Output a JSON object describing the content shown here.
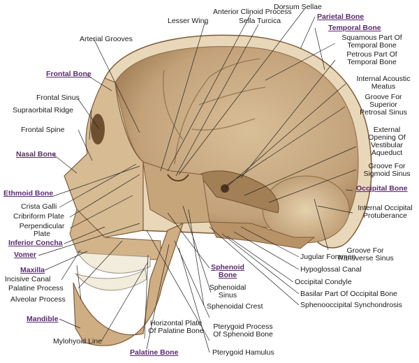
{
  "labels": {
    "dorsum_sellae": "Dorsum Sellae",
    "anterior_clinoid": "Anterior Clinoid Process",
    "parietal_bone": "Parietal Bone",
    "lesser_wing": "Lesser Wing",
    "sella_turcica": "Sella Turcica",
    "temporal_bone": "Temporal Bone",
    "squamous_1": "Squamous Part Of",
    "squamous_2": "Temporal Bone",
    "petrous_1": "Petrous Part Of",
    "petrous_2": "Temporal Bone",
    "arterial_grooves": "Arterial Grooves",
    "frontal_bone": "Frontal Bone",
    "int_acoustic_1": "Internal Acoustic",
    "int_acoustic_2": "Meatus",
    "groove_sup_petrosal_1": "Groove For",
    "groove_sup_petrosal_2": "Superior",
    "groove_sup_petrosal_3": "Petrosal Sinus",
    "frontal_sinus": "Frontal Sinus",
    "supraorbital_ridge": "Supraorbital Ridge",
    "frontal_spine": "Frontal Spine",
    "ext_opening_1": "External",
    "ext_opening_2": "Opening Of",
    "ext_opening_3": "Vestibular",
    "ext_opening_4": "Aqueduct",
    "nasal_bone": "Nasal Bone",
    "groove_sigmoid_1": "Groove For",
    "groove_sigmoid_2": "Sigmoid Sinus",
    "ethmoid_bone": "Ethmoid Bone",
    "occipital_bone": "Occipital Bone",
    "crista_galli": "Crista Galli",
    "cribriform_plate": "Cribriform Plate",
    "int_occipital_1": "Internal Occipital",
    "int_occipital_2": "Protuberance",
    "perpendicular_1": "Perpendicular",
    "perpendicular_2": "Plate",
    "inferior_concha": "Inferior Concha",
    "vomer": "Vomer",
    "maxilla": "Maxilla",
    "incisive_canal": "Incisive Canal",
    "palatine_process": "Palatine Process",
    "alveolar_process": "Alveolar Process",
    "sphenoid_bone_1": "Sphenoid",
    "sphenoid_bone_2": "Bone",
    "sphenoidal_sinus_1": "Sphenoidal",
    "sphenoidal_sinus_2": "Sinus",
    "sphenoidal_crest": "Sphenoidal Crest",
    "groove_transverse_1": "Groove For",
    "groove_transverse_2": "Transverse Sinus",
    "jugular_foramen": "Jugular Foramen",
    "hypoglossal_canal": "Hypoglossal Canal",
    "occipital_condyle": "Occipital Condyle",
    "basilar_part": "Basilar Part Of Occipital Bone",
    "sphenooccipital": "Sphenooccipital Synchondrosis",
    "mandible": "Mandible",
    "horizontal_plate_1": "Horizontal Plate",
    "horizontal_plate_2": "Of Palatine Bone",
    "pterygoid_process_1": "Pterygoid Process",
    "pterygoid_process_2": "Of Sphenoid Bone",
    "mylohyoid_line": "Mylohyoid Line",
    "palatine_bone": "Palatine Bone",
    "pterygoid_hamulus": "Pterygoid Hamulus"
  },
  "colors": {
    "bone_label": "#5a2a6e",
    "bone_light": "#e6d4b4",
    "bone_mid": "#c9ab82",
    "bone_dark": "#8a6a44",
    "leader": "#222222"
  }
}
